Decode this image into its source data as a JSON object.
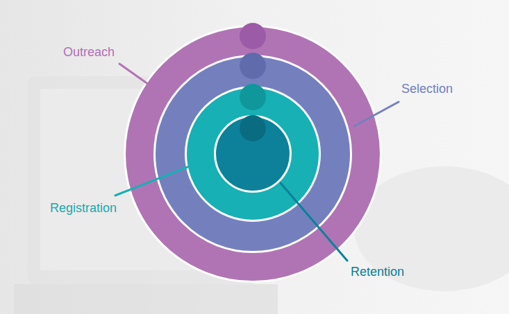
{
  "diagram": {
    "nodes": [
      {
        "text": [
          "Outreach"
        ]
      },
      {
        "text": [
          "Selection"
        ],
        "in": 0
      },
      {
        "text": [
          "Registration"
        ],
        "in": 1
      },
      {
        "text": [
          "Retention"
        ],
        "in": 2
      }
    ]
  }
}
